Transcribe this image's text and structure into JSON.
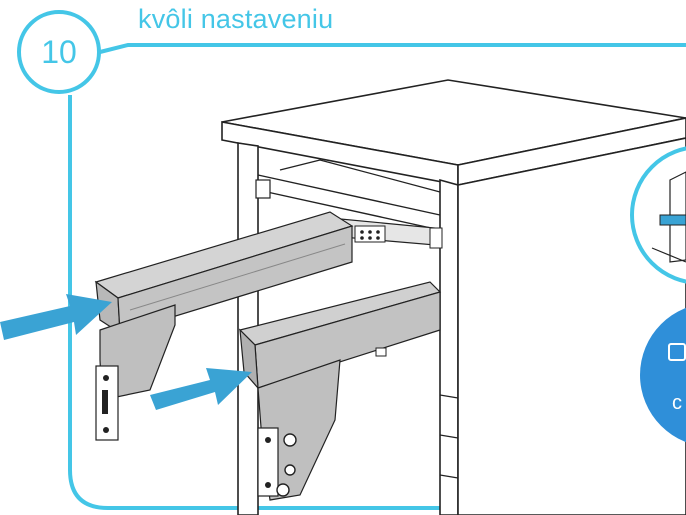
{
  "step": {
    "number": "10",
    "title": "kvôli nastaveniu"
  },
  "callout": {
    "text": "c"
  },
  "colors": {
    "accent": "#44c6e7",
    "arrow": "#3aa3d4",
    "panel": "#bfbfbf",
    "cabinet": "#ffffff"
  },
  "icons": [
    "push-arrow-icon",
    "push-arrow-icon",
    "zoom-callout-icon",
    "info-callout-icon"
  ]
}
